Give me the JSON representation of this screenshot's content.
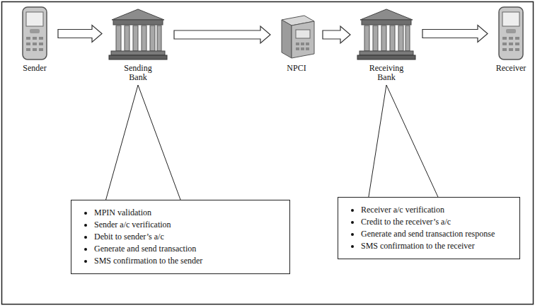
{
  "diagram": {
    "nodes": [
      {
        "text": [
          "Sender"
        ]
      },
      {
        "text": [
          "Sending Bank"
        ]
      },
      {
        "text": [
          "NPCI"
        ]
      },
      {
        "text": [
          "Receiving Bank"
        ]
      },
      {
        "text": [
          "Receiver"
        ]
      },
      {
        "text": [
          "MPIN validation",
          "Sender a/c verification",
          "Debit to sender’s a/c",
          "Generate and send transaction",
          "SMS confirmation to the sender"
        ]
      },
      {
        "text": [
          "Receiver  a/c verification",
          "Credit to the receiver’s a/c",
          "Generate and send transaction response",
          "SMS confirmation to the receiver"
        ]
      }
    ],
    "edges": [
      {
        "from": 0,
        "to": 1,
        "arrow": "to"
      },
      {
        "from": 1,
        "to": 2,
        "arrow": "to"
      },
      {
        "from": 2,
        "to": 3,
        "arrow": "to"
      },
      {
        "from": 3,
        "to": 4,
        "arrow": "to"
      },
      {
        "from": 1,
        "to": 5,
        "arrow": "none"
      },
      {
        "from": 3,
        "to": 6,
        "arrow": "none"
      }
    ]
  }
}
